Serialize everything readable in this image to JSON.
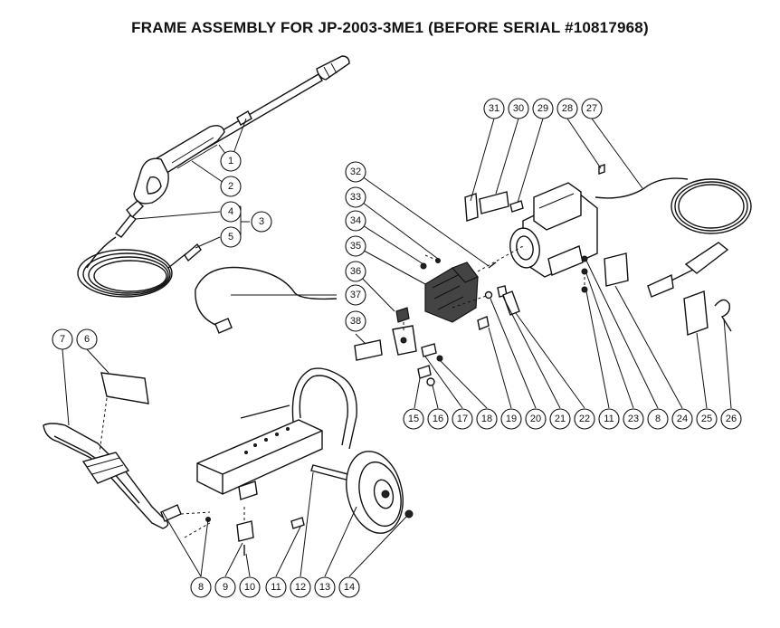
{
  "title": "FRAME ASSEMBLY FOR JP-2003-3ME1 (BEFORE SERIAL #10817968)",
  "callouts": [
    {
      "label": "1"
    },
    {
      "label": "2"
    },
    {
      "label": "3"
    },
    {
      "label": "4"
    },
    {
      "label": "5"
    },
    {
      "label": "6"
    },
    {
      "label": "7"
    },
    {
      "label": "8"
    },
    {
      "label": "9"
    },
    {
      "label": "10"
    },
    {
      "label": "11"
    },
    {
      "label": "12"
    },
    {
      "label": "13"
    },
    {
      "label": "14"
    },
    {
      "label": "15"
    },
    {
      "label": "16"
    },
    {
      "label": "17"
    },
    {
      "label": "18"
    },
    {
      "label": "19"
    },
    {
      "label": "20"
    },
    {
      "label": "21"
    },
    {
      "label": "22"
    },
    {
      "label": "11"
    },
    {
      "label": "23"
    },
    {
      "label": "8"
    },
    {
      "label": "24"
    },
    {
      "label": "25"
    },
    {
      "label": "26"
    },
    {
      "label": "31"
    },
    {
      "label": "30"
    },
    {
      "label": "29"
    },
    {
      "label": "28"
    },
    {
      "label": "27"
    },
    {
      "label": "32"
    },
    {
      "label": "33"
    },
    {
      "label": "34"
    },
    {
      "label": "35"
    },
    {
      "label": "36"
    },
    {
      "label": "37"
    },
    {
      "label": "38"
    }
  ]
}
